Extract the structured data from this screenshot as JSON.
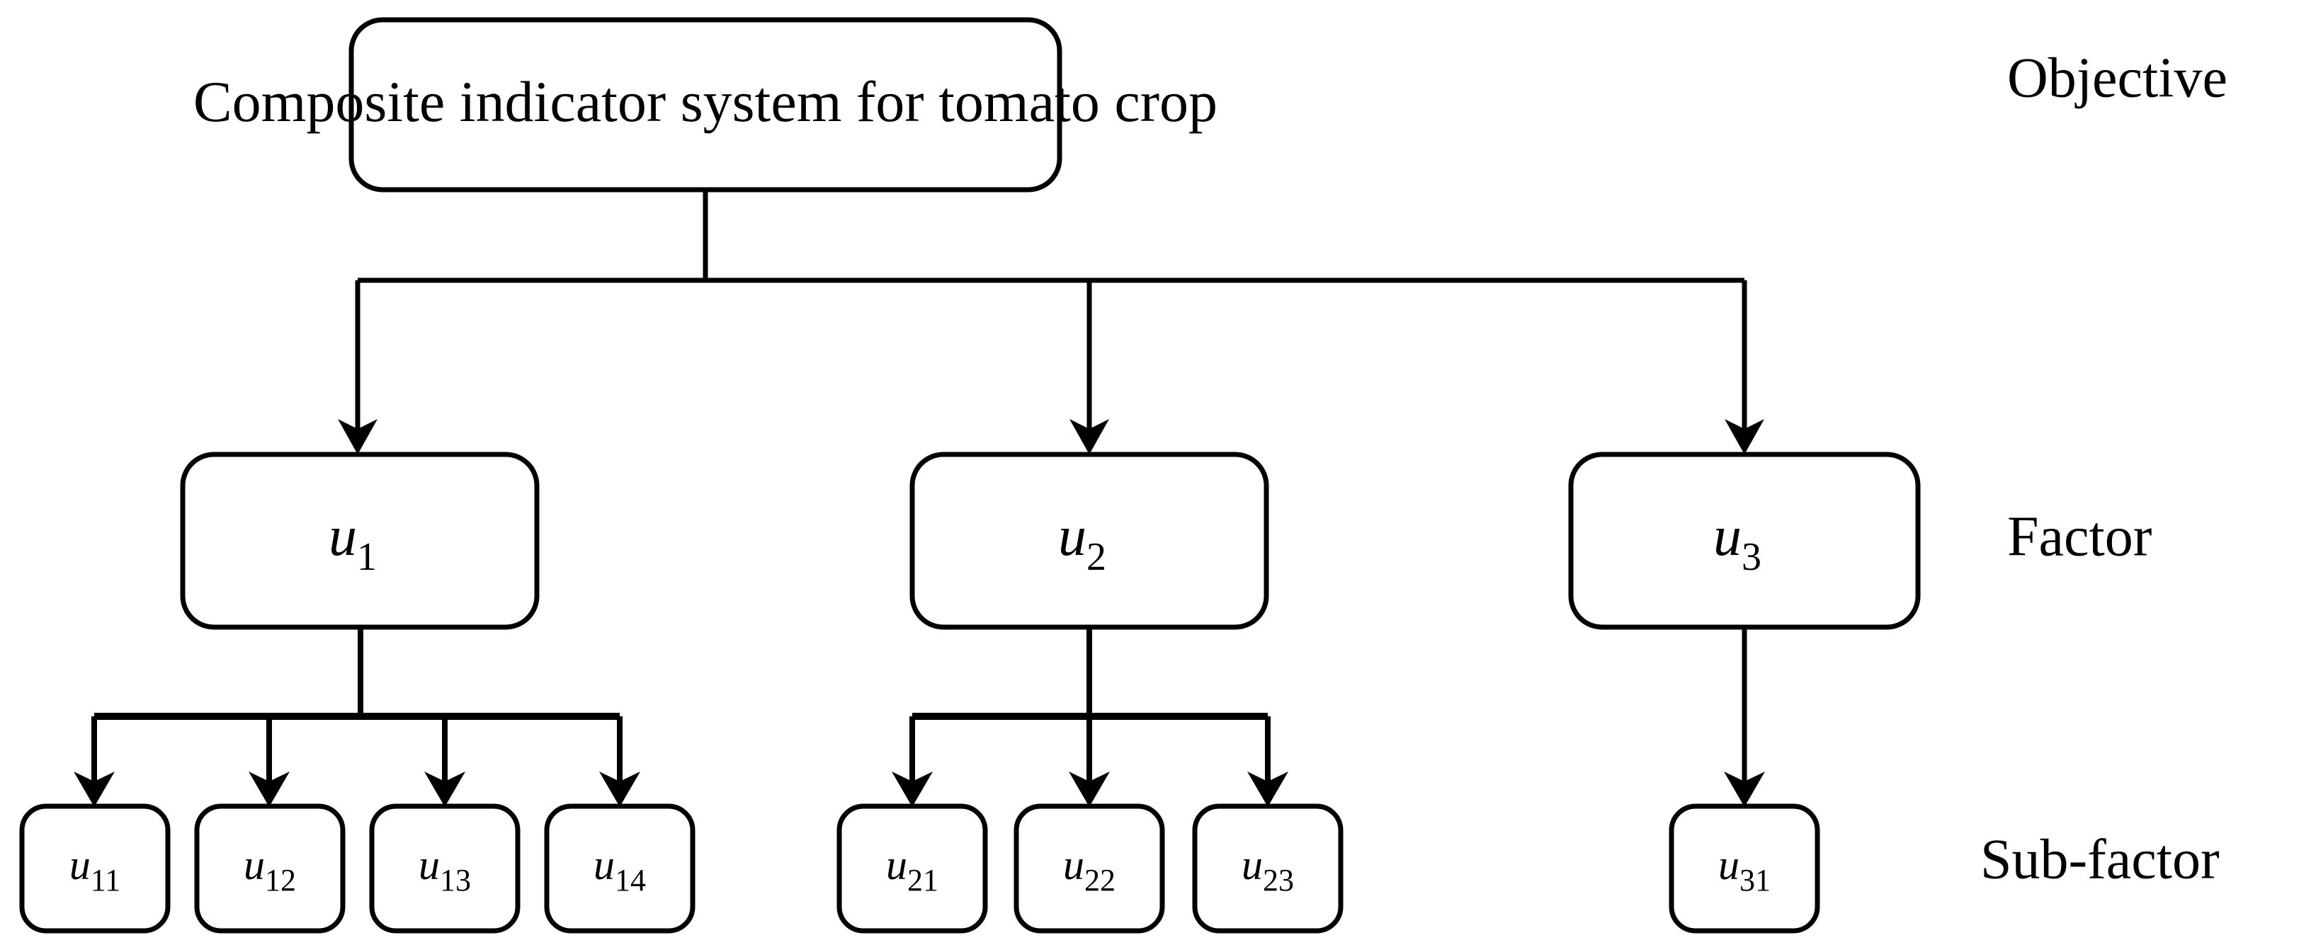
{
  "diagram": {
    "type": "hierarchy-tree",
    "orientation": "top-down",
    "background_color": "#ffffff",
    "line_color": "#000000",
    "text_color": "#000000",
    "levels": 3
  },
  "objective": {
    "id": "objective",
    "label": "Composite indicator system for tomato crop",
    "tier_label": "Objective"
  },
  "tier_labels": {
    "objective": "Objective",
    "factor": "Factor",
    "sub_factor": "Sub-factor"
  },
  "factors": [
    {
      "id": "u1",
      "base": "u",
      "subscript": "1",
      "label": "u1",
      "children": [
        "u11",
        "u12",
        "u13",
        "u14"
      ]
    },
    {
      "id": "u2",
      "base": "u",
      "subscript": "2",
      "label": "u2",
      "children": [
        "u21",
        "u22",
        "u23"
      ]
    },
    {
      "id": "u3",
      "base": "u",
      "subscript": "3",
      "label": "u3",
      "children": [
        "u31"
      ]
    }
  ],
  "sub_factors": [
    {
      "id": "u11",
      "base": "u",
      "subscript": "11",
      "label": "u11",
      "parent": "u1"
    },
    {
      "id": "u12",
      "base": "u",
      "subscript": "12",
      "label": "u12",
      "parent": "u1"
    },
    {
      "id": "u13",
      "base": "u",
      "subscript": "13",
      "label": "u13",
      "parent": "u1"
    },
    {
      "id": "u14",
      "base": "u",
      "subscript": "14",
      "label": "u14",
      "parent": "u1"
    },
    {
      "id": "u21",
      "base": "u",
      "subscript": "21",
      "label": "u21",
      "parent": "u2"
    },
    {
      "id": "u22",
      "base": "u",
      "subscript": "22",
      "label": "u22",
      "parent": "u2"
    },
    {
      "id": "u23",
      "base": "u",
      "subscript": "23",
      "label": "u23",
      "parent": "u2"
    },
    {
      "id": "u31",
      "base": "u",
      "subscript": "31",
      "label": "u31",
      "parent": "u3"
    }
  ]
}
